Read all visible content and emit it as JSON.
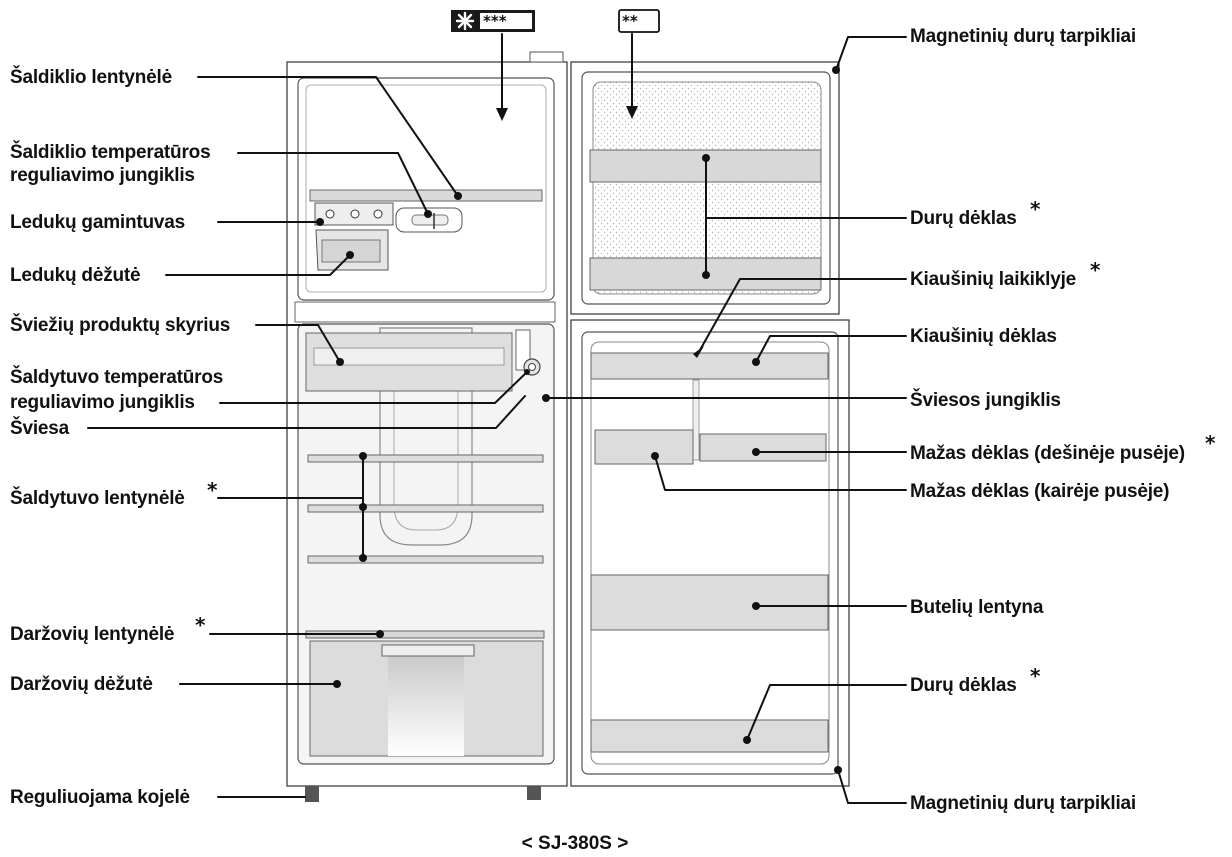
{
  "caption": "< SJ-380S >",
  "badges": {
    "freezer": "***",
    "door": "**"
  },
  "labels_left": {
    "freezer_shelf": "Šaldiklio lentynėlė",
    "freezer_temp_1": "Šaldiklio temperatūros",
    "freezer_temp_2": "reguliavimo jungiklis",
    "ice_maker": "Ledukų gamintuvas",
    "ice_box": "Ledukų dėžutė",
    "fresh_compartment": "Šviežių produktų skyrius",
    "fridge_temp_1": "Šaldytuvo temperatūros",
    "fridge_temp_2": "reguliavimo jungiklis",
    "light": "Šviesa",
    "fridge_shelf": "Šaldytuvo lentynėlė",
    "vegetable_shelf": "Daržovių lentynėlė",
    "vegetable_box": "Daržovių dėžutė",
    "adjustable_foot": "Reguliuojama kojelė"
  },
  "labels_right": {
    "magnetic_gasket_top": "Magnetinių durų tarpikliai",
    "door_pocket_top": "Durų dėklas",
    "egg_holder": "Kiaušinių laikiklyje",
    "egg_tray": "Kiaušinių dėklas",
    "light_switch": "Šviesos jungiklis",
    "small_pocket_right": "Mažas dėklas (dešinėje pusėje)",
    "small_pocket_left": "Mažas dėklas (kairėje pusėje)",
    "bottle_shelf": "Butelių lentyna",
    "door_pocket_bottom": "Durų dėklas",
    "magnetic_gasket_bottom": "Magnetinių durų tarpikliai"
  },
  "asterisk": "*"
}
